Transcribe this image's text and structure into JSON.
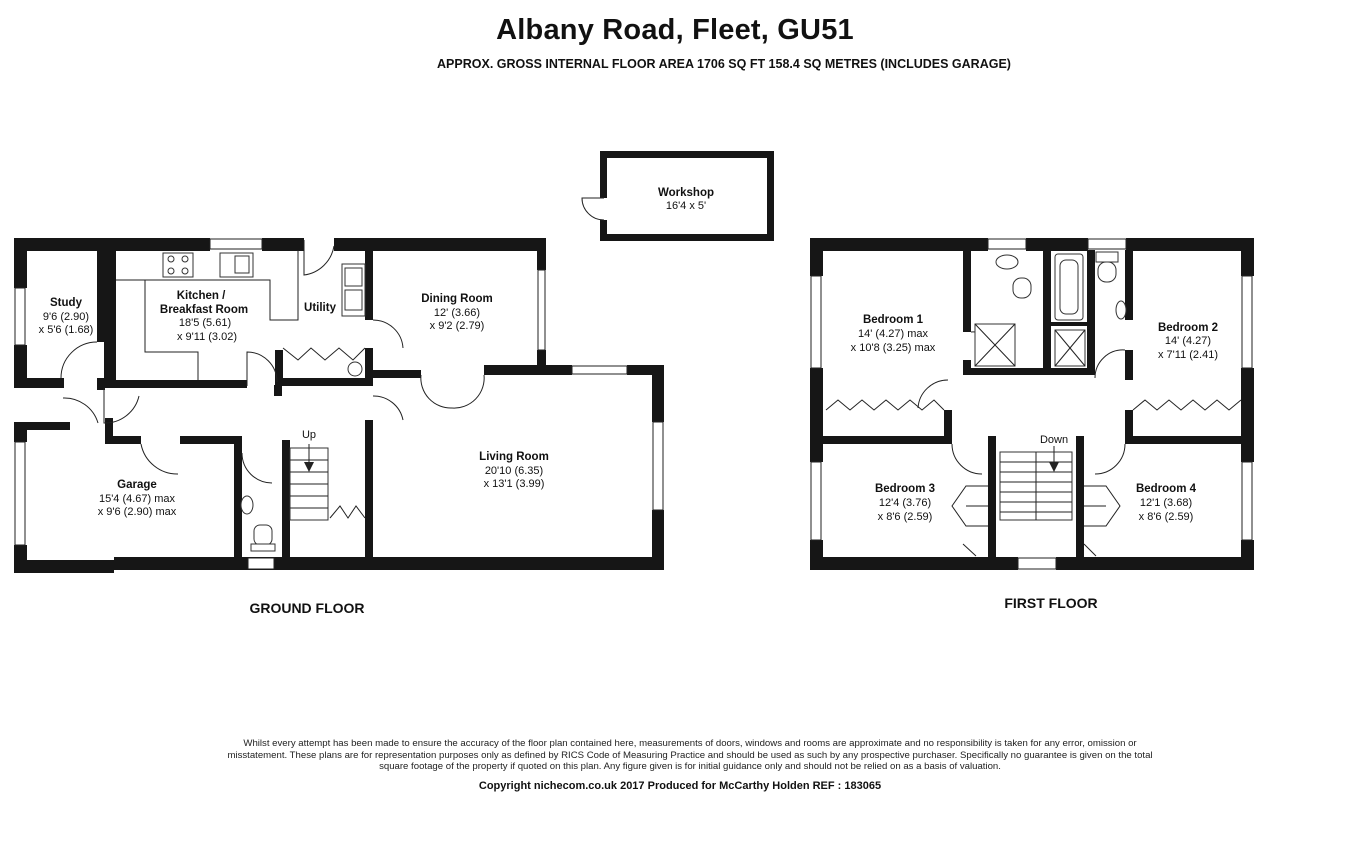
{
  "title": "Albany Road, Fleet, GU51",
  "subtitle": "APPROX. GROSS INTERNAL FLOOR AREA 1706 SQ FT 158.4 SQ METRES (INCLUDES GARAGE)",
  "floors": {
    "ground": "GROUND FLOOR",
    "first": "FIRST FLOOR"
  },
  "rooms": {
    "workshop": {
      "name": "Workshop",
      "dim1": "16'4 x 5'"
    },
    "study": {
      "name": "Study",
      "dim1": "9'6 (2.90)",
      "dim2": "x 5'6 (1.68)"
    },
    "kitchen": {
      "name": "Kitchen /",
      "name2": "Breakfast Room",
      "dim1": "18'5 (5.61)",
      "dim2": "x 9'11 (3.02)"
    },
    "utility": {
      "name": "Utility"
    },
    "dining": {
      "name": "Dining Room",
      "dim1": "12' (3.66)",
      "dim2": "x 9'2 (2.79)"
    },
    "living": {
      "name": "Living Room",
      "dim1": "20'10 (6.35)",
      "dim2": "x 13'1 (3.99)"
    },
    "garage": {
      "name": "Garage",
      "dim1": "15'4 (4.67) max",
      "dim2": "x 9'6 (2.90) max"
    },
    "bedroom1": {
      "name": "Bedroom 1",
      "dim1": "14' (4.27) max",
      "dim2": "x 10'8 (3.25) max"
    },
    "bedroom2": {
      "name": "Bedroom 2",
      "dim1": "14' (4.27)",
      "dim2": "x 7'11 (2.41)"
    },
    "bedroom3": {
      "name": "Bedroom 3",
      "dim1": "12'4 (3.76)",
      "dim2": "x 8'6 (2.59)"
    },
    "bedroom4": {
      "name": "Bedroom 4",
      "dim1": "12'1 (3.68)",
      "dim2": "x 8'6 (2.59)"
    }
  },
  "stairs": {
    "up": "Up",
    "down": "Down"
  },
  "disclaimer": "Whilst every attempt has been made to ensure the accuracy of the floor plan contained here, measurements of doors, windows and rooms are approximate and no responsibility is taken for any error, omission or misstatement. These plans are for representation purposes only as defined by RICS Code of Measuring Practice and should be used as such by any prospective purchaser.  Specifically no guarantee is given on the total square footage of the property if quoted on this plan. Any figure given is for initial guidance only and should not be relied on as a basis of valuation.",
  "copyright": "Copyright nichecom.co.uk 2017    Produced for McCarthy Holden    REF : 183065"
}
